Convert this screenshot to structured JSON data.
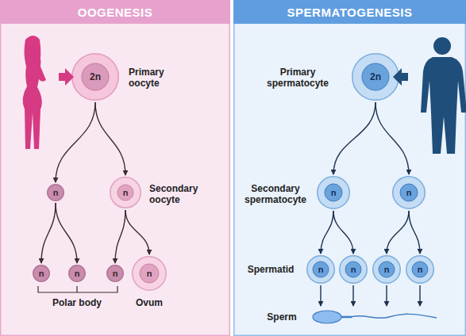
{
  "diagram": {
    "nodes": [
      {
        "text": [
          "OOGENESIS"
        ]
      },
      {
        "text": [
          "2n",
          "Primary oocyte"
        ],
        "in": 0
      },
      {
        "text": [
          "n"
        ],
        "in": 0
      },
      {
        "text": [
          "n",
          "Secondary oocyte"
        ],
        "in": 0
      },
      {
        "text": [
          "n"
        ],
        "in": 0
      },
      {
        "text": [
          "n"
        ],
        "in": 0
      },
      {
        "text": [
          "n"
        ],
        "in": 0
      },
      {
        "text": [
          "n",
          "Ovum"
        ],
        "in": 0
      },
      {
        "text": [
          "SPERMATOGENESIS"
        ]
      },
      {
        "text": [
          "2n",
          "Primary spermatocyte"
        ],
        "in": 8
      },
      {
        "text": [
          "n",
          "Secondary spermatocyte"
        ],
        "in": 8
      },
      {
        "text": [
          "n"
        ],
        "in": 8
      },
      {
        "text": [
          "n",
          "Spermatid"
        ],
        "in": 8
      },
      {
        "text": [
          "n"
        ],
        "in": 8
      },
      {
        "text": [
          "n"
        ],
        "in": 8
      },
      {
        "text": [
          "n"
        ],
        "in": 8
      },
      {
        "text": [
          "Sperm"
        ],
        "in": 8
      }
    ],
    "edges": [
      {
        "from": 1,
        "to": 2,
        "arrow": "to"
      },
      {
        "from": 1,
        "to": 3,
        "arrow": "to"
      },
      {
        "from": 2,
        "to": 4,
        "arrow": "to"
      },
      {
        "from": 2,
        "to": 5,
        "arrow": "to"
      },
      {
        "from": 3,
        "to": 6,
        "arrow": "to"
      },
      {
        "from": 3,
        "to": 7,
        "arrow": "to"
      },
      {
        "from": 9,
        "to": 10,
        "arrow": "to"
      },
      {
        "from": 9,
        "to": 11,
        "arrow": "to"
      },
      {
        "from": 10,
        "to": 12,
        "arrow": "to"
      },
      {
        "from": 10,
        "to": 13,
        "arrow": "to"
      },
      {
        "from": 11,
        "to": 14,
        "arrow": "to"
      },
      {
        "from": 11,
        "to": 15,
        "arrow": "to"
      },
      {
        "from": 12,
        "to": 16,
        "arrow": "to"
      },
      {
        "from": 13,
        "to": 16,
        "arrow": "to"
      },
      {
        "from": 14,
        "to": 16,
        "arrow": "to"
      },
      {
        "from": 15,
        "to": 16,
        "arrow": "to"
      }
    ],
    "labels": [
      "Polar body"
    ]
  }
}
